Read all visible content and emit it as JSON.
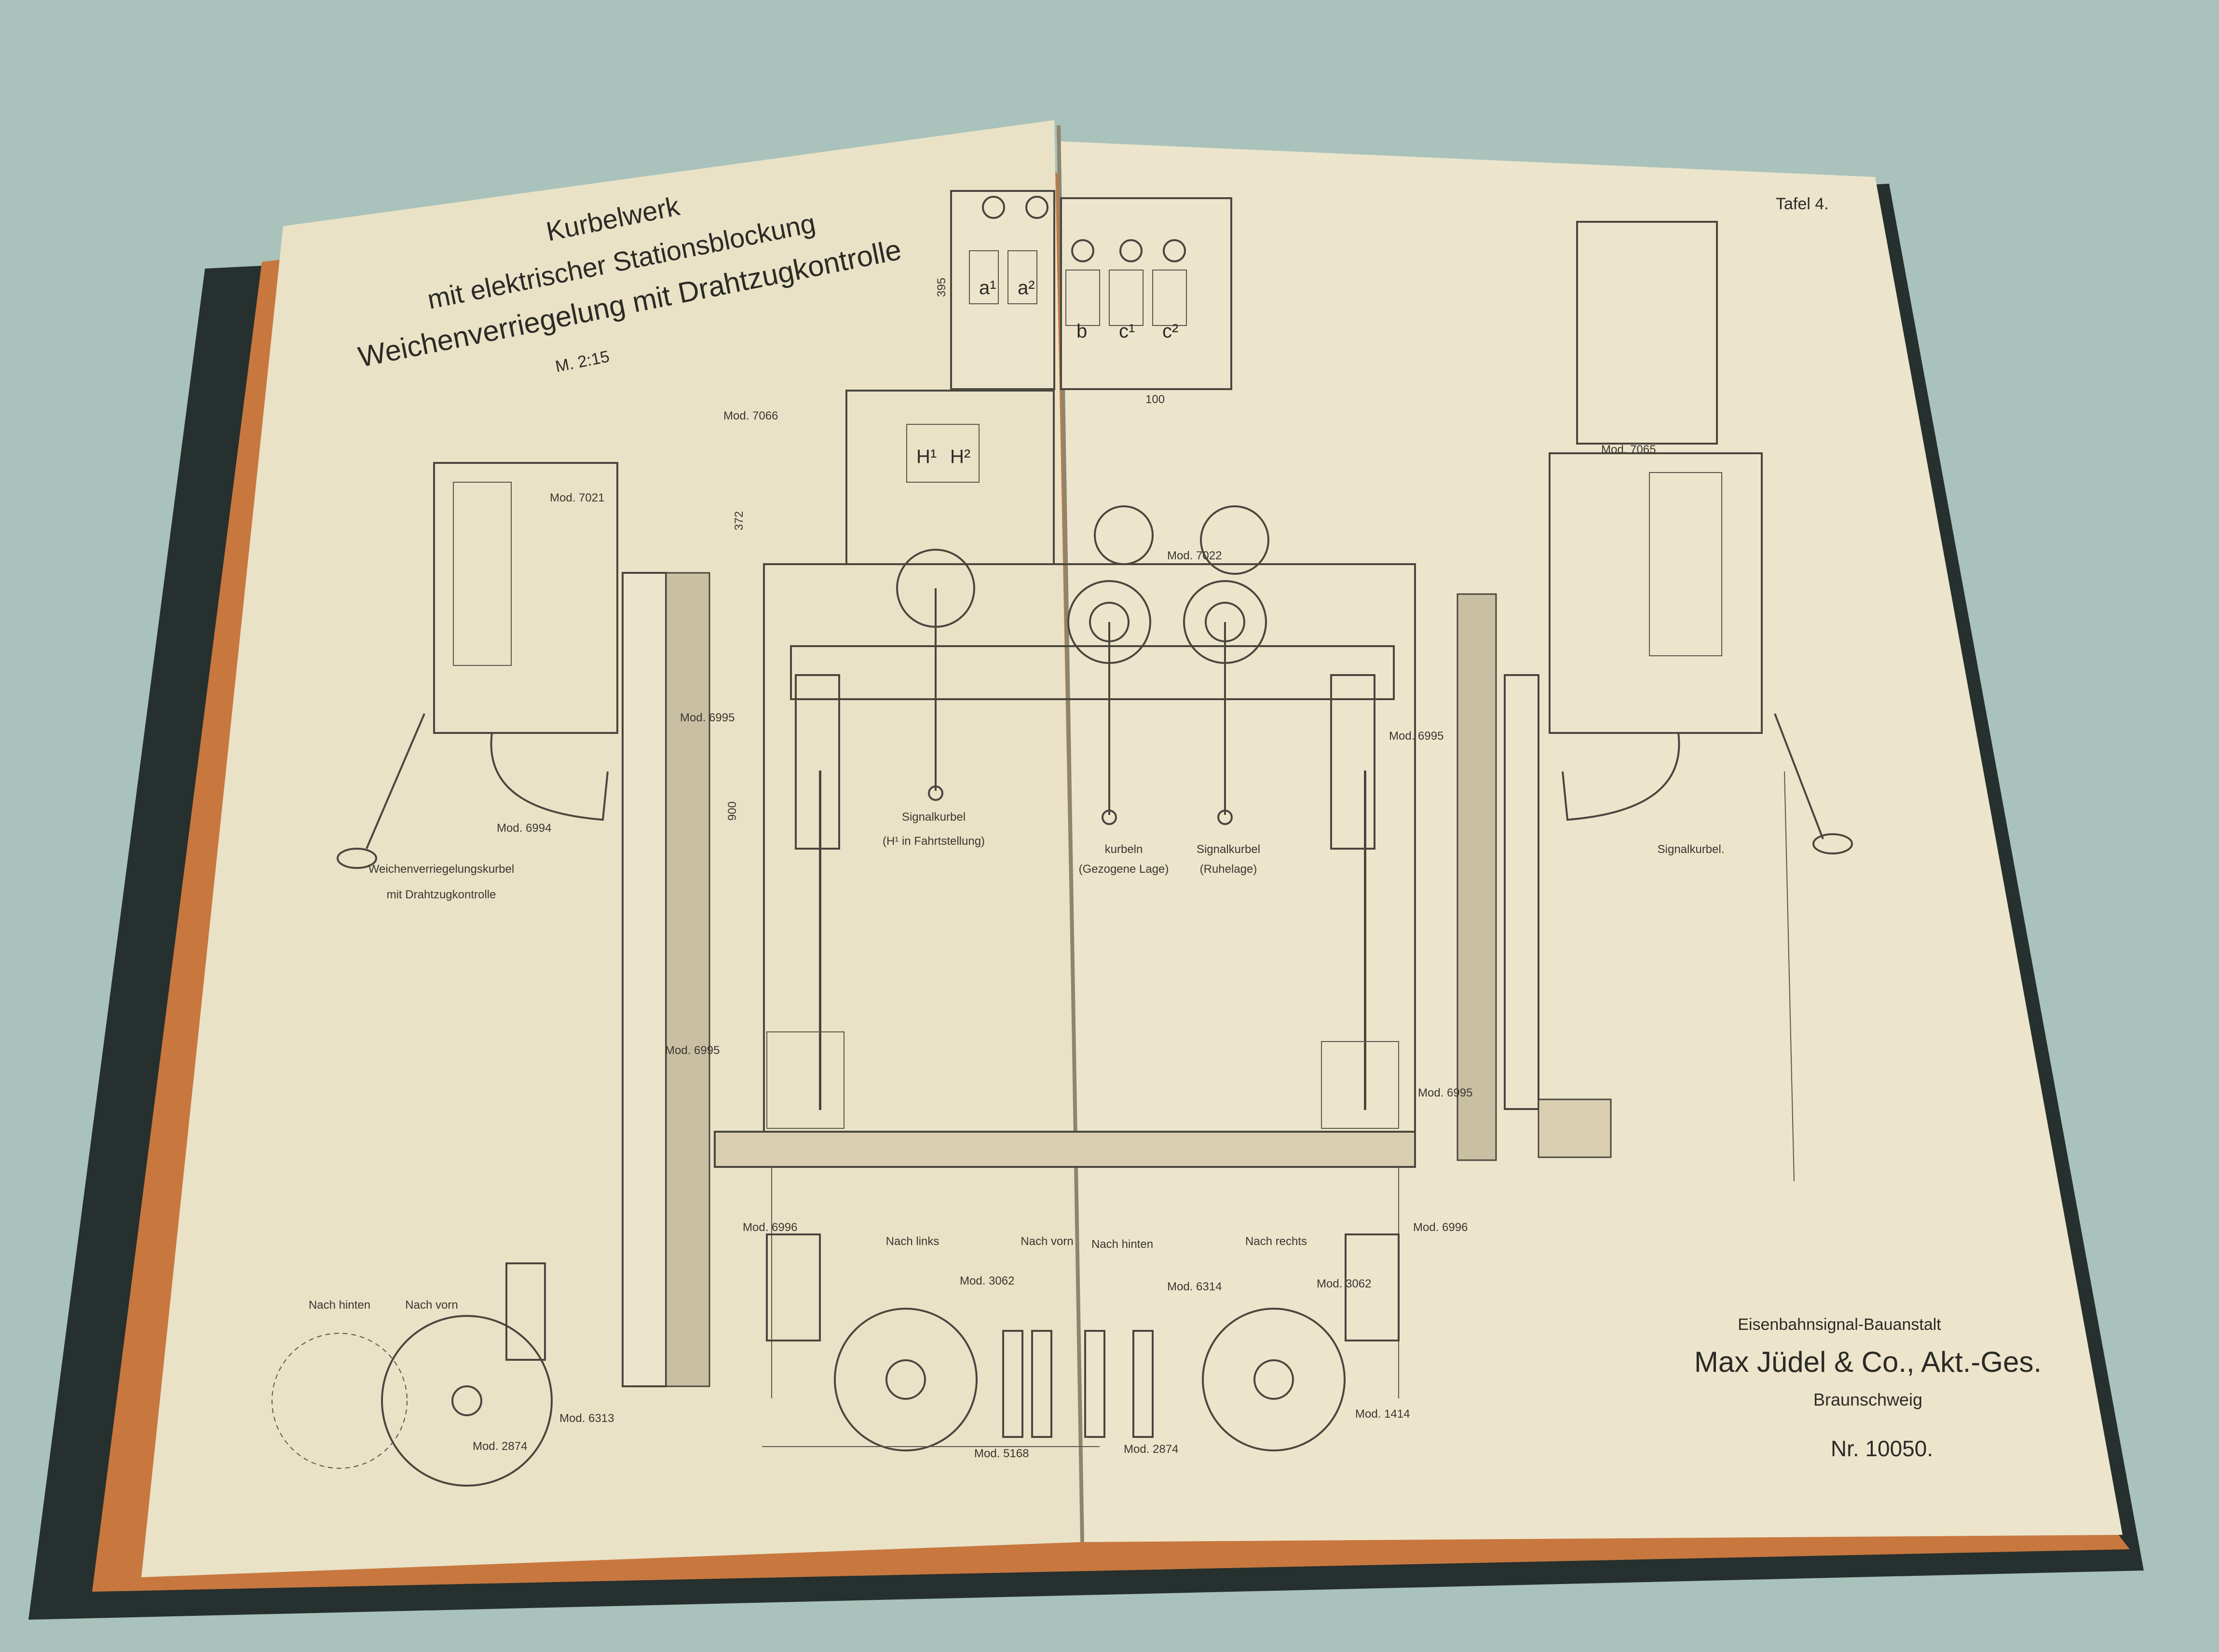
{
  "title": {
    "line1": "Kurbelwerk",
    "line2": "mit elektrischer Stationsblockung",
    "line3": "Weichenverriegelung mit Drahtzugkontrolle",
    "scale": "M. 2:15"
  },
  "plate": "Tafel 4.",
  "publisher": {
    "line1": "Eisenbahnsignal-Bauanstalt",
    "line2": "Max Jüdel & Co., Akt.-Ges.",
    "line3": "Braunschweig",
    "number": "Nr. 10050."
  },
  "boxes": {
    "a1": "a¹",
    "a2": "a²",
    "b": "b",
    "c1": "c¹",
    "c2": "c²",
    "h1": "H¹",
    "h2": "H²"
  },
  "dimensions": {
    "d395": "395",
    "d100": "100",
    "d372": "372",
    "d900": "900"
  },
  "captions": {
    "signal_left": "Signalkurbel",
    "signal_left_sub": "(H¹ in Fahrtstellung)",
    "weichen": "Weichenverriegelungskurbel",
    "weichen_sub": "mit Drahtzugkontrolle",
    "kurbeln": "kurbeln",
    "kurbeln_sub": "(Gezogene Lage)",
    "signal_mid": "Signalkurbel",
    "signal_mid_sub": "(Ruhelage)",
    "signal_right": "Signalkurbel.",
    "nach_links": "Nach links",
    "nach_vorn": "Nach vorn",
    "nach_hinten": "Nach hinten",
    "nach_rechts": "Nach rechts",
    "nach_hinten_l": "Nach hinten",
    "nach_vorn_l": "Nach vorn"
  },
  "mods": {
    "m3062a": "Mod. 3062",
    "m6314": "Mod. 6314",
    "m3062b": "Mod. 3062",
    "m5168": "Mod. 5168",
    "m2874a": "Mod. 2874",
    "m1414": "Mod. 1414",
    "m6996a": "Mod. 6996",
    "m6996b": "Mod. 6996",
    "m6995a": "Mod. 6995",
    "m6995b": "Mod. 6995",
    "m6995c": "Mod. 6995",
    "m6995d": "Mod. 6995",
    "m6313": "Mod. 6313",
    "m2874b": "Mod. 2874",
    "m6994": "Mod. 6994",
    "m7066": "Mod. 7066",
    "m7065": "Mod. 7065",
    "m7021": "Mod. 7021",
    "m7022": "Mod. 7022"
  },
  "colors": {
    "background": "#a9c2bb",
    "cover": "#26302e",
    "page_edge": "#c8773f",
    "paper": "#ece5cc",
    "ink": "#2c2a26"
  }
}
